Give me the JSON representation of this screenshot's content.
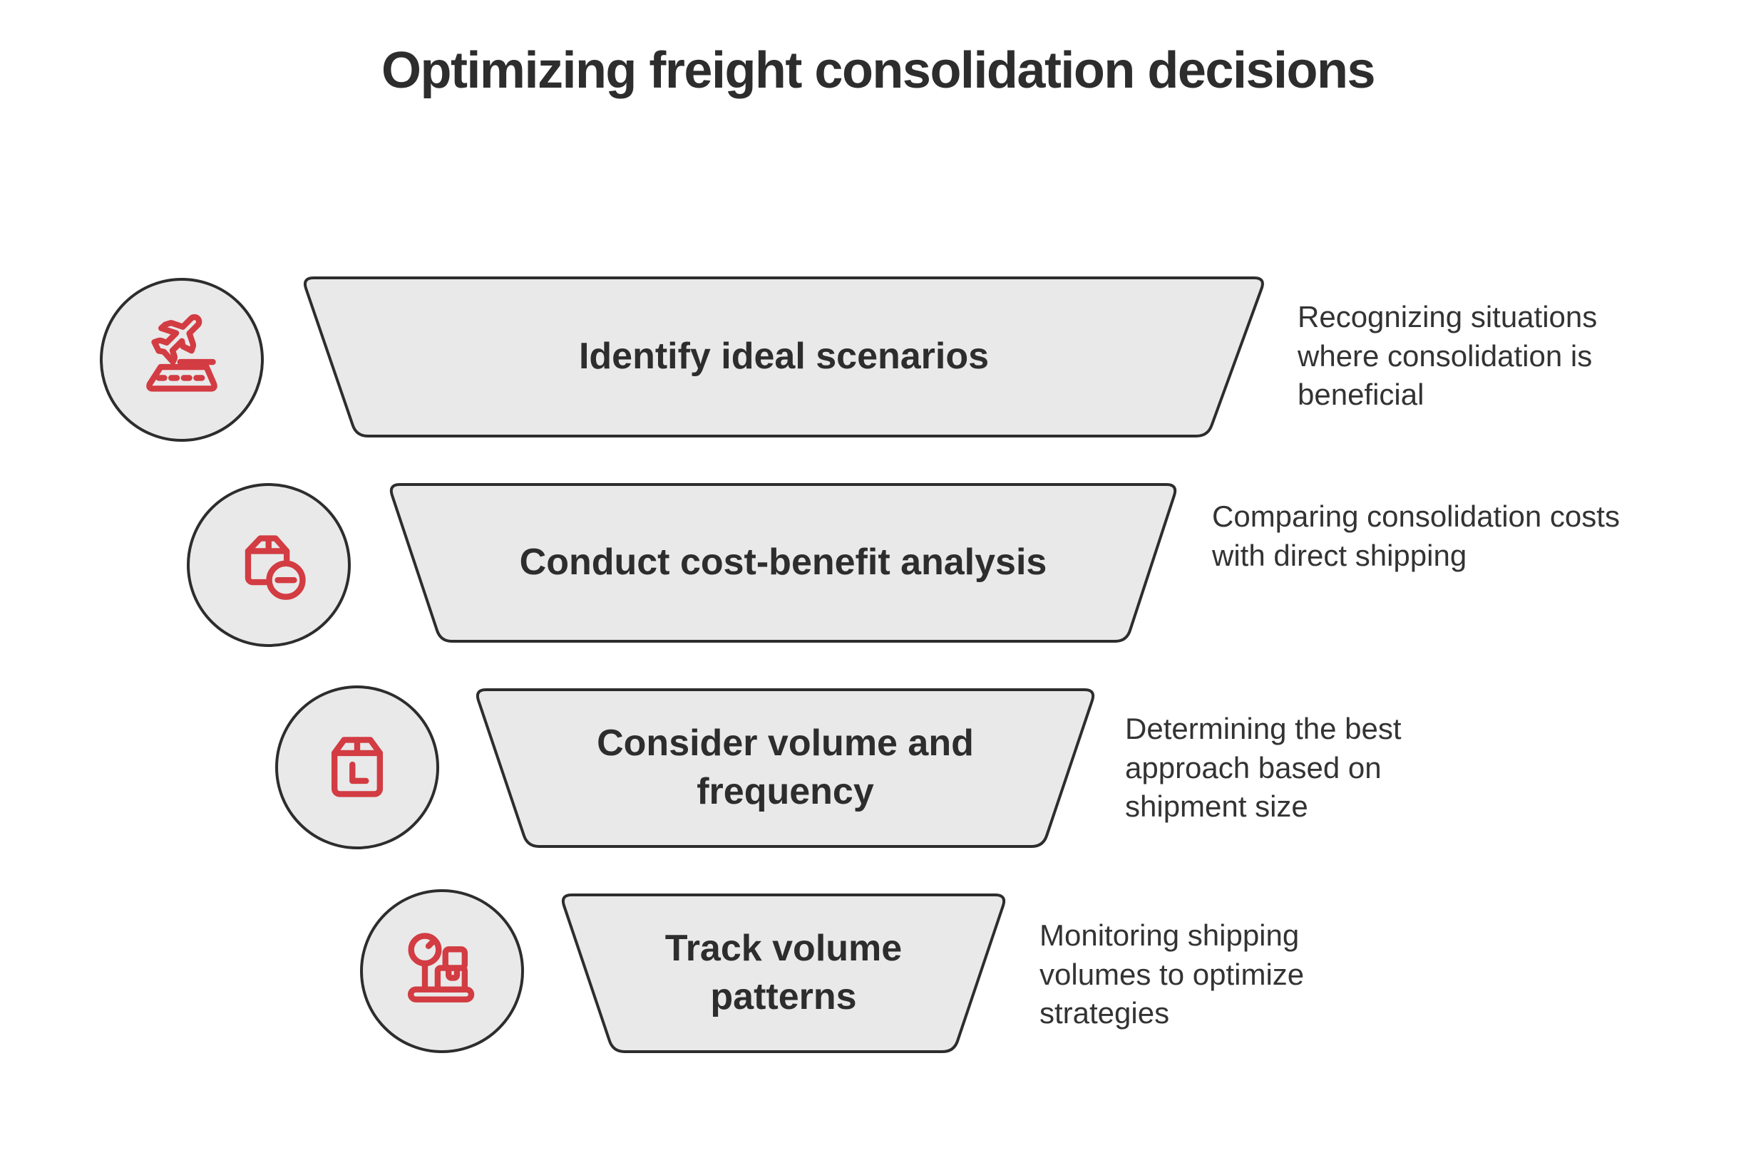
{
  "title": "Optimizing freight consolidation decisions",
  "steps": [
    {
      "label": "Identify ideal scenarios",
      "description": "Recognizing situations where consolidation is beneficial",
      "icon": "plane-takeoff-icon"
    },
    {
      "label": "Conduct cost-benefit analysis",
      "description": "Comparing consolidation costs with direct shipping",
      "icon": "package-minus-icon"
    },
    {
      "label": "Consider volume and frequency",
      "description": "Determining the best approach based on shipment size",
      "icon": "package-icon"
    },
    {
      "label": "Track volume patterns",
      "description": "Monitoring shipping volumes to optimize strategies",
      "icon": "weighing-scale-icon"
    }
  ],
  "colors": {
    "background": "#ffffff",
    "shape_fill": "#e9e9e9",
    "shape_border": "#2d2d2d",
    "accent_red": "#d23c42",
    "title_text": "#2d2d2d",
    "body_text": "#333333"
  }
}
